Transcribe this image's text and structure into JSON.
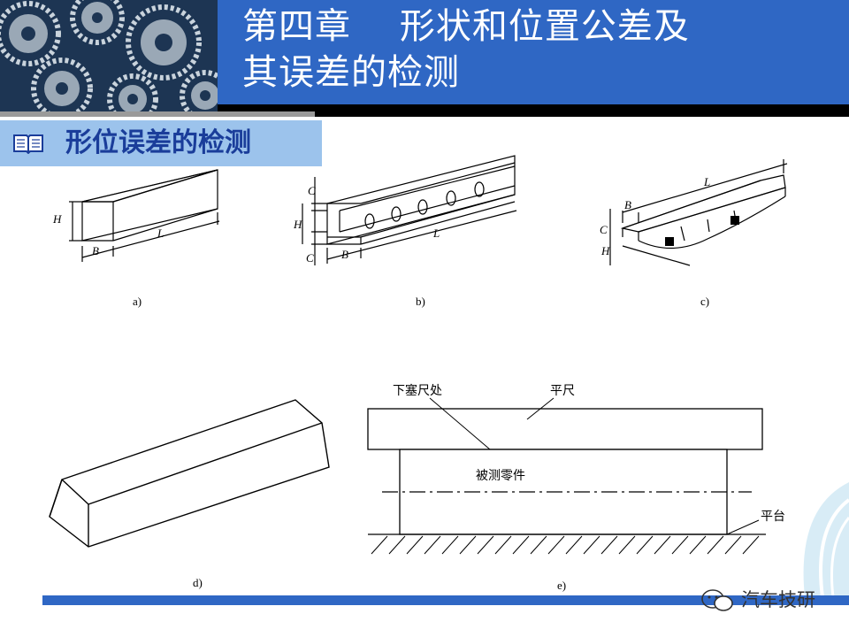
{
  "header": {
    "title_line1": "第四章    形状和位置公差及",
    "title_line2": "其误差的检测"
  },
  "section": {
    "icon": "book-icon",
    "title": "形位误差的检测"
  },
  "figure": {
    "dim_H": "H",
    "dim_B": "B",
    "dim_L": "L",
    "dim_C": "C",
    "caption_a": "a)",
    "caption_b": "b)",
    "caption_c": "c)",
    "caption_d": "d)",
    "caption_e": "e)",
    "label_feeler": "下塞尺处",
    "label_straightedge": "平尺",
    "label_part": "被测零件",
    "label_platform": "平台"
  },
  "watermark": {
    "icon": "wechat-icon",
    "text": "汽车技研"
  },
  "colors": {
    "title_bar": "#2f67c4",
    "section_bg": "#9cc3ec",
    "section_text": "#1a3d9a"
  }
}
